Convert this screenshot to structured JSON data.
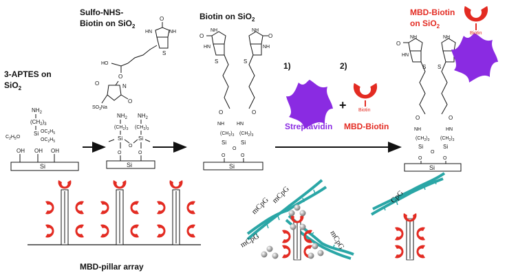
{
  "labels": {
    "aptes": [
      "3-APTES on",
      "SiO",
      "2"
    ],
    "sulfo": [
      "Sulfo-NHS-",
      "Biotin on SiO",
      "2"
    ],
    "biotin_on": [
      "Biotin on SiO",
      "2"
    ],
    "mbd_biotin_title": [
      "MBD-Biotin",
      "on SiO",
      "2"
    ],
    "step1": "1)",
    "step2": "2)",
    "plus": "+",
    "streptavidin": "Streptavidin",
    "mbd_biotin": "MBD-Biotin",
    "biotin_tag": "Biotin",
    "biotin_tag_top": "Biotin",
    "pillar_array": "MBD-pillar array",
    "mcpg": "mCpG",
    "cpg": "CpG"
  },
  "chem": {
    "si": "Si",
    "nh2": "NH",
    "h2": "2",
    "ch2": "(CH",
    "sub3": "3",
    "oh": "OH",
    "o": "O",
    "n": "N",
    "nh": "NH",
    "hn": "HN",
    "s": "S",
    "ho": "HO",
    "so3na": "SO",
    "na": "Na",
    "oc2h5": "OC",
    "c2h5o": "C"
  },
  "colors": {
    "mbd_red": "#e32b22",
    "streptavidin_purple": "#8a2be2",
    "streptavidin_label": "#8a2be2",
    "mbd_label": "#e32b22",
    "dna_teal": "#2aa6a6",
    "bead_gray": "#9a9a9a"
  }
}
